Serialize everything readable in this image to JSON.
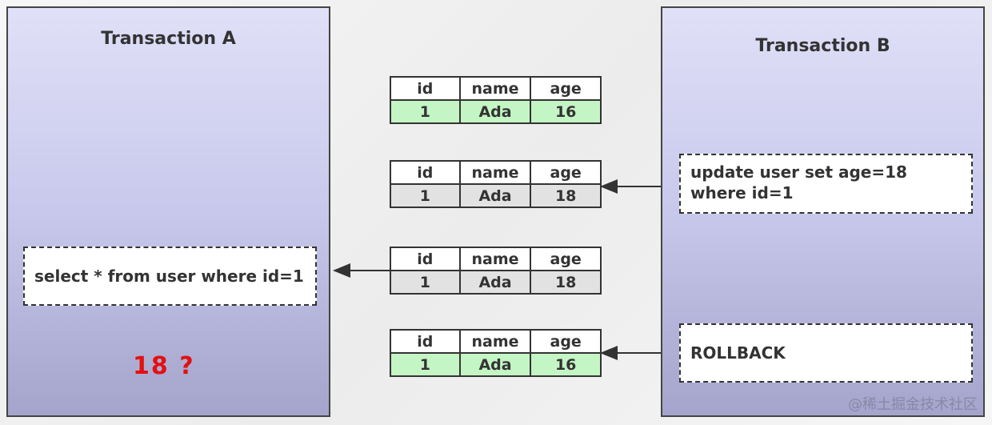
{
  "transaction_a": {
    "title": "Transaction A",
    "query": "select * from user where id=1",
    "result": "18 ?"
  },
  "transaction_b": {
    "title": "Transaction B",
    "update": "update user set age=18 where id=1",
    "rollback": "ROLLBACK"
  },
  "tables": [
    {
      "headers": [
        "id",
        "name",
        "age"
      ],
      "row": [
        "1",
        "Ada",
        "16"
      ],
      "state": "committed"
    },
    {
      "headers": [
        "id",
        "name",
        "age"
      ],
      "row": [
        "1",
        "Ada",
        "18"
      ],
      "state": "uncommitted"
    },
    {
      "headers": [
        "id",
        "name",
        "age"
      ],
      "row": [
        "1",
        "Ada",
        "18"
      ],
      "state": "uncommitted"
    },
    {
      "headers": [
        "id",
        "name",
        "age"
      ],
      "row": [
        "1",
        "Ada",
        "16"
      ],
      "state": "committed"
    }
  ],
  "colors": {
    "committed": "#c4f5c4",
    "uncommitted": "#e2e2e2",
    "result": "#e31010"
  },
  "watermark": "@稀土掘金技术社区"
}
